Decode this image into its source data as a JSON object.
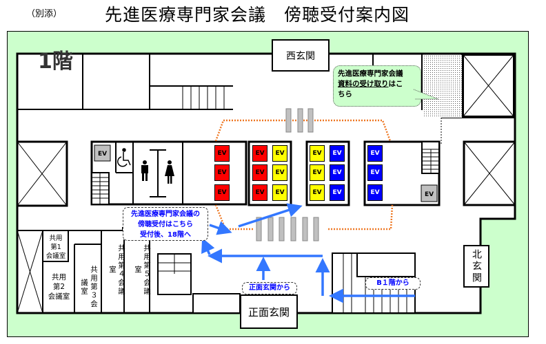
{
  "header": {
    "attachment_note": "（別添）",
    "title": "先進医療専門家会議　傍聴受付案内図"
  },
  "floor": {
    "label": "1階"
  },
  "entrances": {
    "west": "西玄関",
    "front": "正面玄関",
    "north": "北玄関"
  },
  "callouts": {
    "materials": {
      "line1": "先進医療専門家会議",
      "line2_underlined": "資料の受け取り",
      "line2_rest": "はこ",
      "line3": "ちら"
    },
    "hearing_reception": {
      "line1": "先進医療専門家会議の",
      "line2": "傍聴受付はこちら",
      "line3": "受付後、18階へ"
    },
    "from_front": "正面玄関から",
    "from_b1": "B１階から"
  },
  "rooms": {
    "shared_1": [
      "共用",
      "第1",
      "会議室"
    ],
    "shared_2": [
      "共用",
      "第2",
      "会議室"
    ],
    "shared_3": "共用第３会議室",
    "shared_4": "共用第４会議室",
    "shared_5": "共用第５会議室"
  },
  "elevators": {
    "label": "EV",
    "colors": {
      "red": "#ff0000",
      "yellow": "#ffff00",
      "blue": "#0000ff",
      "gray": "#c0c0c0"
    },
    "banks": [
      {
        "name": "bank-1",
        "cells": [
          "red",
          "red",
          "red"
        ]
      },
      {
        "name": "bank-2",
        "cells": [
          "red",
          "yellow",
          "red",
          "yellow",
          "red",
          "yellow"
        ]
      },
      {
        "name": "bank-3",
        "cells": [
          "yellow",
          "blue",
          "yellow",
          "blue",
          "yellow",
          "blue"
        ]
      },
      {
        "name": "bank-4",
        "cells": [
          "blue",
          "blue",
          "blue"
        ]
      }
    ]
  },
  "colors": {
    "site_background": "#ccffcc",
    "route_arrow": "#3377ff",
    "security_zone": "#ee7722",
    "gate": "#c0c0c0"
  }
}
